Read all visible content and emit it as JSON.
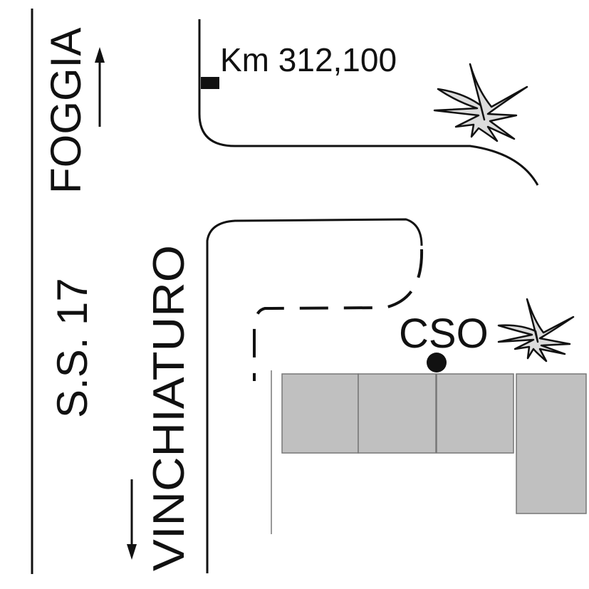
{
  "labels": {
    "north_destination": "FOGGIA",
    "road_name": "S.S. 17",
    "south_destination": "VINCHIATURO",
    "kilometer_marker": "Km 312,100",
    "site": "CSO"
  },
  "colors": {
    "building_fill": "#c0c0c0",
    "plant_fill": "#dcdcdc",
    "line": "#111111"
  },
  "icons": [
    "arrow-up-icon",
    "arrow-down-icon",
    "plant-icon",
    "site-marker-icon",
    "km-marker-icon"
  ]
}
